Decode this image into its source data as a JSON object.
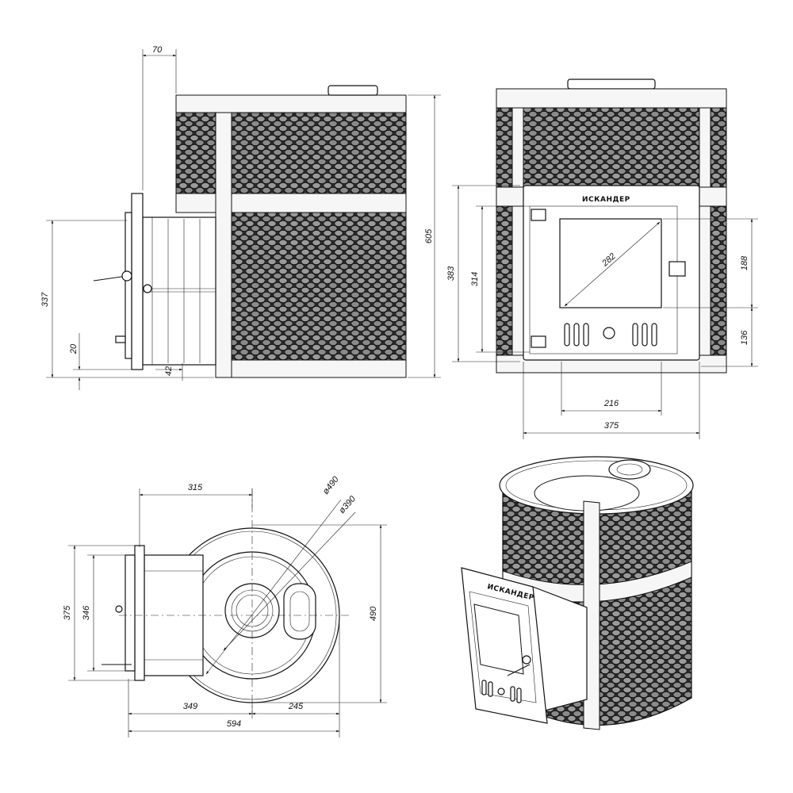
{
  "labels": {
    "brand": "ИСКАНДЕР",
    "side_top_offset": "70",
    "side_height": "605",
    "side_firebox_height": "337",
    "side_bottom_gap": "20",
    "side_door_gap": "42",
    "front_door_height": "383",
    "front_glass_height": "314",
    "front_glass_diagonal": "282",
    "front_right_upper": "188",
    "front_right_lower": "136",
    "front_opening_width": "216",
    "front_total_width": "375",
    "top_width_315": "315",
    "top_dia_outer": "ø490",
    "top_dia_inner": "ø390",
    "top_height_375": "375",
    "top_height_346": "346",
    "top_height_490": "490",
    "top_left_349": "349",
    "top_right_245": "245",
    "top_total_594": "594"
  }
}
